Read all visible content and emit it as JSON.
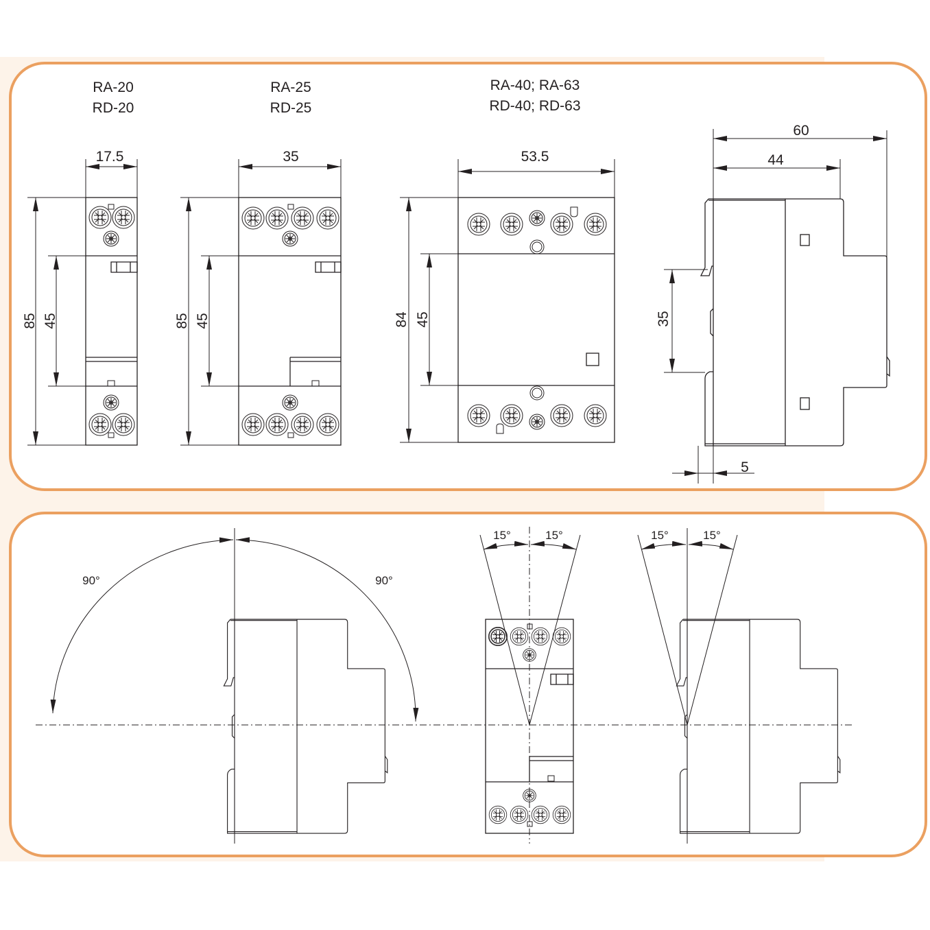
{
  "colors": {
    "frame": "#eba060",
    "backdrop": "#fdf3e9",
    "ink": "#231f20"
  },
  "models": [
    {
      "line1": "RA-20",
      "line2": "RD-20"
    },
    {
      "line1": "RA-25",
      "line2": "RD-25"
    },
    {
      "line1": "RA-40; RA-63",
      "line2": "RD-40; RD-63"
    }
  ],
  "dimensions": {
    "m1": {
      "width": "17.5",
      "height": "85",
      "window": "45"
    },
    "m2": {
      "width": "35",
      "height": "85",
      "window": "45"
    },
    "m3": {
      "width": "53.5",
      "height": "84",
      "window": "45"
    },
    "side": {
      "depth": "60",
      "depth_front": "44",
      "rail": "35",
      "offset": "5"
    }
  },
  "mounting": {
    "rotation_left": "90°",
    "rotation_right": "90°",
    "tilt_front_left": "15°",
    "tilt_front_right": "15°",
    "tilt_side_left": "15°",
    "tilt_side_right": "15°"
  }
}
